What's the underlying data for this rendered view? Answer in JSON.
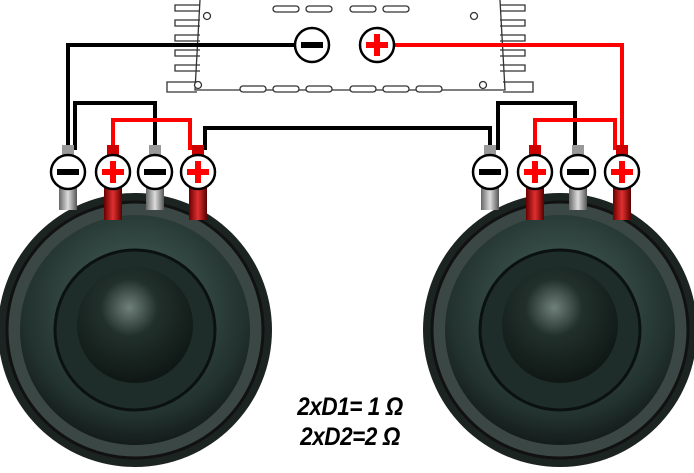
{
  "title_lines": [
    "2xD1= 1 Ω",
    "2xD2=2 Ω"
  ],
  "amplifier": {
    "terminals": [
      "negative",
      "positive"
    ]
  },
  "speakers": [
    {
      "name": "left",
      "terminals": [
        "negative",
        "positive",
        "negative",
        "positive"
      ]
    },
    {
      "name": "right",
      "terminals": [
        "negative",
        "positive",
        "negative",
        "positive"
      ]
    }
  ],
  "colors": {
    "positive_wire": "#ff0000",
    "negative_wire": "#000000",
    "speaker_surround": "#2f3a36",
    "cone": "#1a2a25"
  }
}
